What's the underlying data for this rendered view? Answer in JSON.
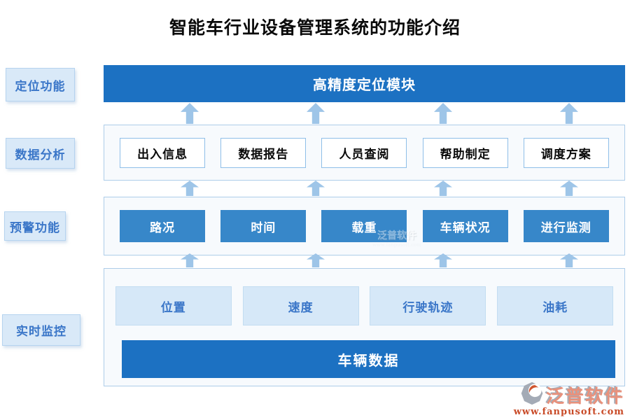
{
  "title": "智能车行业设备管理系统的功能介绍",
  "side_labels": {
    "positioning": "定位功能",
    "analysis": "数据分析",
    "warning": "预警功能",
    "monitoring": "实时监控"
  },
  "layers": {
    "positioning_module": "高精度定位模块",
    "analysis_items": [
      "出入信息",
      "数据报告",
      "人员查阅",
      "帮助制定",
      "调度方案"
    ],
    "warning_items": [
      "路况",
      "时间",
      "载重",
      "车辆状况",
      "进行监测"
    ],
    "monitoring_items": [
      "位置",
      "速度",
      "行驶轨迹",
      "油耗"
    ],
    "vehicle_data_bar": "车辆数据"
  },
  "watermark": {
    "center_text": "泛普软件",
    "center_subtext": "www.fanpusoft.com",
    "brand_name": "泛普软件",
    "brand_url": "www.fanpusoft.com"
  },
  "colors": {
    "dark_blue": "#1c71c2",
    "mid_blue": "#3787c9",
    "light_blue_fill": "#d6e8f8",
    "panel_fill": "#f7fafd",
    "panel_border": "#aecde9",
    "arrow_blue": "#9ec5e8",
    "label_text_blue": "#3a76c8",
    "brand_red": "#c94b28"
  }
}
